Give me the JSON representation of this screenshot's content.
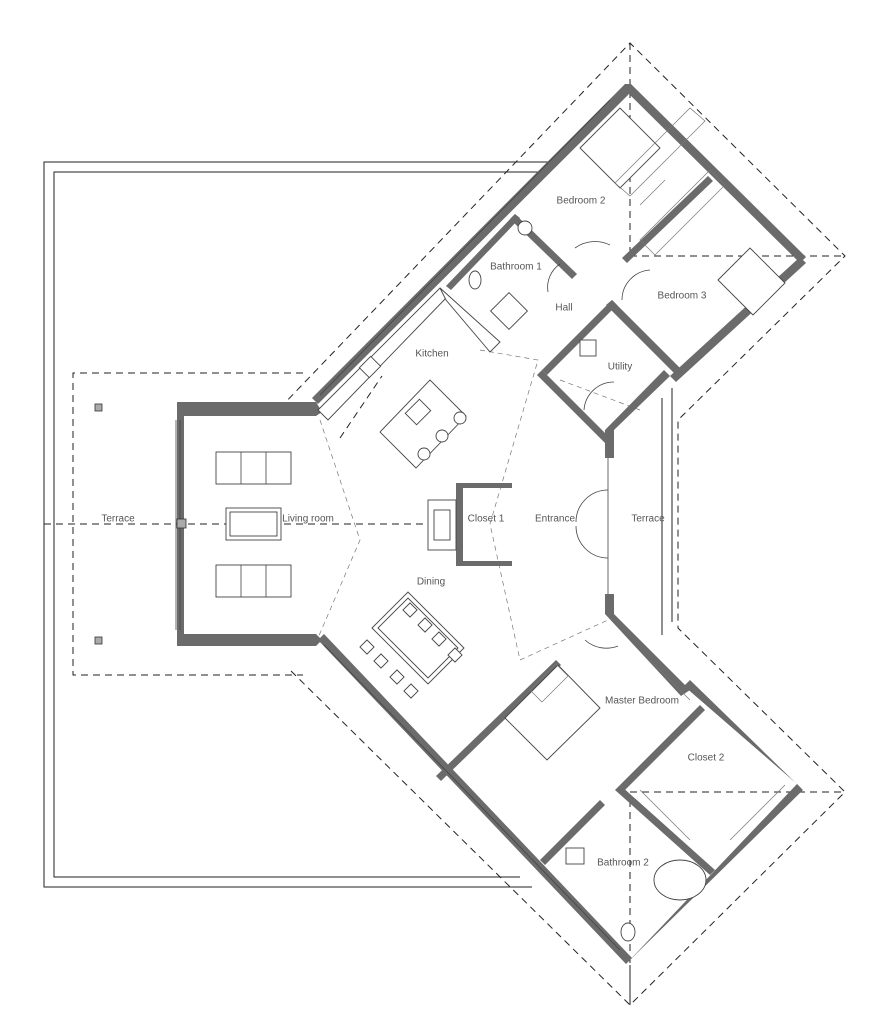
{
  "floor_plan": {
    "rooms": {
      "bedroom_2": "Bedroom 2",
      "bathroom_1": "Bathroom 1",
      "hall": "Hall",
      "bedroom_3": "Bedroom 3",
      "kitchen": "Kitchen",
      "utility": "Utility",
      "terrace_left": "Terrace",
      "living_room": "Living room",
      "closet_1": "Closet 1",
      "entrance": "Entrance",
      "terrace_right": "Terrace",
      "dining": "Dining",
      "master_bedroom": "Master Bedroom",
      "closet_2": "Closet 2",
      "bathroom_2": "Bathroom 2"
    }
  }
}
